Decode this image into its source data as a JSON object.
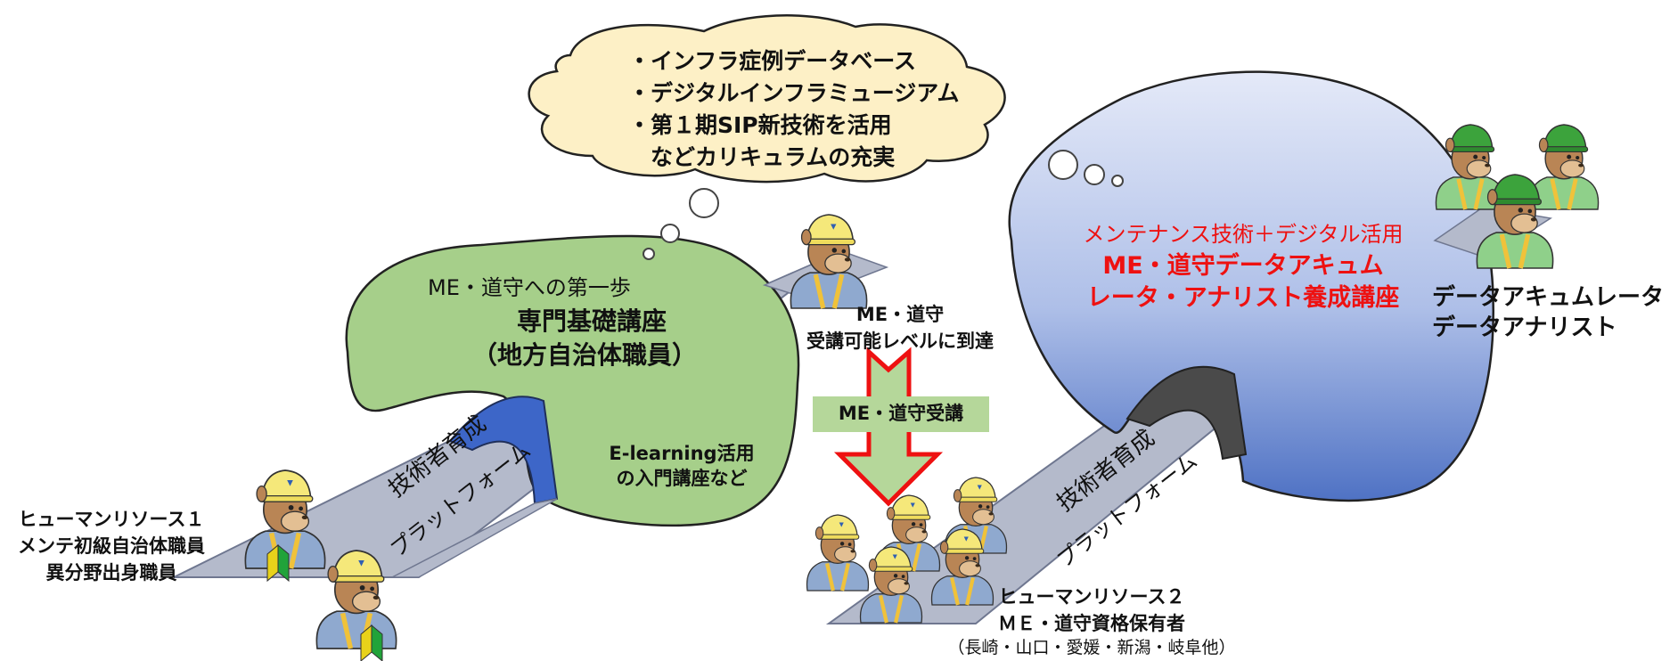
{
  "thought_bubble": {
    "lines": [
      "・インフラ症例データベース",
      "・デジタルインフラミュージアム",
      "・第１期SIP新技術を活用",
      "　などカリキュラムの充実"
    ]
  },
  "basic_course": {
    "subtitle": "ME・道守への第一歩",
    "title_line1": "専門基礎講座",
    "title_line2": "（地方自治体職員）",
    "elearning_line1": "E-learning活用",
    "elearning_line2": "の入門講座など"
  },
  "reach_level": {
    "line1": "ME・道守",
    "line2": "受講可能レベルに到達"
  },
  "arrow_label": "ME・道守受講",
  "advanced_course": {
    "subtitle": "メンテナンス技術＋デジタル活用",
    "title_line1": "ME・道守データアキュム",
    "title_line2": "レータ・アナリスト養成講座"
  },
  "outcome": {
    "line1": "データアキュムレータ",
    "line2": "データアナリスト"
  },
  "tunnel_label_left": {
    "line1": "技術者育成",
    "line2": "プラットフォーム"
  },
  "tunnel_label_right": {
    "line1": "技術者育成",
    "line2": "プラットフォーム"
  },
  "human_resource_1": {
    "line1": "ヒューマンリソース１",
    "line2": "メンテ初級自治体職員",
    "line3": "異分野出身職員"
  },
  "human_resource_2": {
    "line1": "ヒューマンリソース２",
    "line2": "ＭＥ・道守資格保有者",
    "line3": "（長崎・山口・愛媛・新潟・岐阜他）"
  },
  "colors": {
    "green_hill": "#a6cf8a",
    "blue_hill_top": "#e4e9f8",
    "blue_hill_bottom": "#4f72c4",
    "road": "#b4bacb",
    "bubble": "#fdf0c6",
    "arrow_fill": "#b5d79a",
    "arrow_border": "#ee1111",
    "red_text": "#ee1111",
    "helmet": "#f5e87a",
    "helmet_green": "#3ca33c"
  }
}
